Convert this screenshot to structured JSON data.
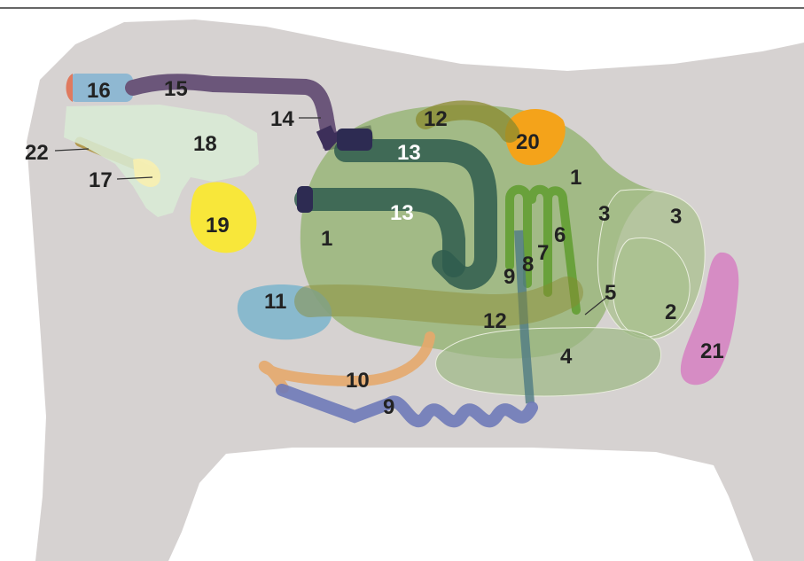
{
  "diagram": {
    "labels": {
      "l1a": "1",
      "l1b": "1",
      "l2": "2",
      "l3a": "3",
      "l3b": "3",
      "l4": "4",
      "l5": "5",
      "l6": "6",
      "l7": "7",
      "l8": "8",
      "l9a": "9",
      "l9b": "9",
      "l10": "10",
      "l11": "11",
      "l12a": "12",
      "l12b": "12",
      "l13a": "13",
      "l13b": "13",
      "l14": "14",
      "l15": "15",
      "l16": "16",
      "l17": "17",
      "l18": "18",
      "l19": "19",
      "l20": "20",
      "l21": "21",
      "l22": "22"
    }
  }
}
